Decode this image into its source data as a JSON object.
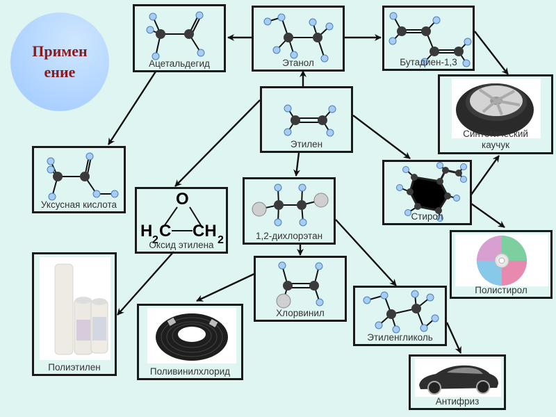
{
  "title": "Применение",
  "title_lines": [
    "Примен",
    "ение"
  ],
  "nodes": {
    "acetaldehyde": "Ацетальдегид",
    "ethanol": "Этанол",
    "butadiene": "Бутадиен-1,3",
    "synthetic_rubber": "Синтетический каучук",
    "ethylene": "Этилен",
    "acetic_acid": "Уксусная кислота",
    "ethylene_oxide": "Оксид этилена",
    "dichloroethane": "1,2-дихлорэтан",
    "styrene": "Стирол",
    "polystyrene": "Полистирол",
    "polyethylene": "Полиэтилен",
    "vinyl_chloride": "Хлорвинил",
    "pvc": "Поливинилхлорид",
    "ethylene_glycol": "Этиленгликоль",
    "antifreeze": "Антифриз"
  },
  "rubber_lines": [
    "Синтетический",
    "каучук"
  ],
  "ethylene_oxide_formula": {
    "o": "O",
    "left": "H",
    "left_sub": "2",
    "left_c": "C",
    "right_c": "CH",
    "right_sub": "2"
  },
  "edges": [
    [
      "ethanol",
      "acetaldehyde"
    ],
    [
      "ethanol",
      "butadiene"
    ],
    [
      "ethylene",
      "ethanol"
    ],
    [
      "butadiene",
      "synthetic_rubber"
    ],
    [
      "acetaldehyde",
      "acetic_acid"
    ],
    [
      "ethylene",
      "ethylene_oxide"
    ],
    [
      "ethylene",
      "dichloroethane"
    ],
    [
      "ethylene",
      "styrene"
    ],
    [
      "styrene",
      "synthetic_rubber"
    ],
    [
      "styrene",
      "polystyrene"
    ],
    [
      "dichloroethane",
      "vinyl_chloride"
    ],
    [
      "dichloroethane",
      "ethylene_glycol"
    ],
    [
      "ethylene_oxide",
      "polyethylene"
    ],
    [
      "vinyl_chloride",
      "pvc"
    ],
    [
      "ethylene_glycol",
      "antifreeze"
    ]
  ],
  "colors": {
    "background": "#dff5f1",
    "title": "#8b1a1a",
    "circle": "#b3d6ff",
    "hydrogen": "#a8cdf5",
    "carbon": "#3a3a3a",
    "chlorine": "#cccccc"
  }
}
